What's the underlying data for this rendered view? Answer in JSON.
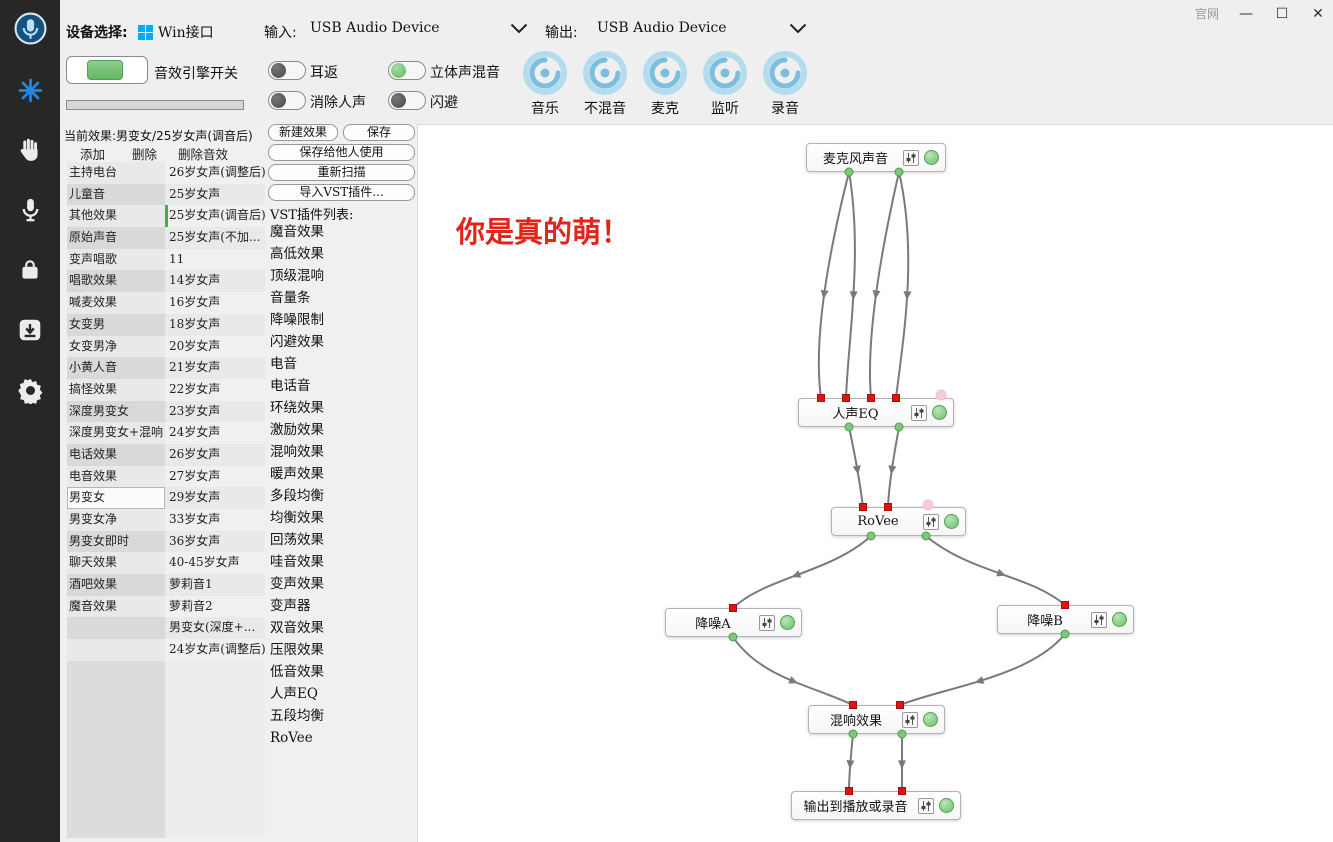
{
  "window": {
    "site_link": "官网",
    "minimize": "—",
    "maximize": "☐",
    "close": "✕"
  },
  "topbar": {
    "device_label": "设备选择:",
    "device_value": "Win接口",
    "input_label": "输入:",
    "input_value": "USB Audio Device",
    "output_label": "输出:",
    "output_value": "USB Audio Device",
    "engine_toggle_label": "音效引擎开关",
    "toggles": [
      {
        "label": "耳返",
        "on": false
      },
      {
        "label": "立体声混音",
        "on": true
      },
      {
        "label": "消除人声",
        "on": false
      },
      {
        "label": "闪避",
        "on": false
      }
    ],
    "dials": [
      {
        "label": "音乐"
      },
      {
        "label": "不混音"
      },
      {
        "label": "麦克"
      },
      {
        "label": "监听"
      },
      {
        "label": "录音"
      }
    ]
  },
  "effects": {
    "current": "当前效果:男变女/25岁女声(调音后)",
    "add": "添加",
    "remove": "删除",
    "remove_effect": "删除音效",
    "rows": [
      {
        "name": "主持电台",
        "voice": "26岁女声(调整后)"
      },
      {
        "name": "儿童音",
        "voice": "25岁女声"
      },
      {
        "name": "其他效果",
        "voice": "25岁女声(调音后)",
        "cls": "marked"
      },
      {
        "name": "原始声音",
        "voice": "25岁女声(不加..."
      },
      {
        "name": "变声唱歌",
        "voice": "11"
      },
      {
        "name": "唱歌效果",
        "voice": "14岁女声"
      },
      {
        "name": "喊麦效果",
        "voice": "16岁女声"
      },
      {
        "name": "女变男",
        "voice": "18岁女声"
      },
      {
        "name": "女变男净",
        "voice": "20岁女声"
      },
      {
        "name": "小黄人音",
        "voice": "21岁女声"
      },
      {
        "name": "搞怪效果",
        "voice": "22岁女声"
      },
      {
        "name": "深度男变女",
        "voice": "23岁女声"
      },
      {
        "name": "深度男变女+混响",
        "voice": "24岁女声"
      },
      {
        "name": "电话效果",
        "voice": "26岁女声"
      },
      {
        "name": "电音效果",
        "voice": "27岁女声"
      },
      {
        "name": "男变女",
        "voice": "29岁女声",
        "cls": "selected"
      },
      {
        "name": "男变女净",
        "voice": "33岁女声"
      },
      {
        "name": "男变女即时",
        "voice": "36岁女声"
      },
      {
        "name": "聊天效果",
        "voice": "40-45岁女声"
      },
      {
        "name": "酒吧效果",
        "voice": "萝莉音1"
      },
      {
        "name": "魔音效果",
        "voice": "萝莉音2"
      },
      {
        "name": "",
        "voice": "男变女(深度+..."
      },
      {
        "name": "",
        "voice": "24岁女声(调整后)"
      }
    ]
  },
  "vst": {
    "buttons": {
      "new": "新建效果",
      "save": "保存",
      "save_share": "保存给他人使用",
      "rescan": "重新扫描",
      "import": "导入VST插件..."
    },
    "list_title": "VST插件列表:",
    "plugins": [
      "魔音效果",
      "高低效果",
      "顶级混响",
      "音量条",
      "降噪限制",
      "闪避效果",
      "电音",
      "电话音",
      "环绕效果",
      "激励效果",
      "混响效果",
      "暖声效果",
      "多段均衡",
      "均衡效果",
      "回荡效果",
      "哇音效果",
      "变声效果",
      "变声器",
      "双音效果",
      "压限效果",
      "低音效果",
      "人声EQ",
      "五段均衡",
      "RoVee"
    ]
  },
  "canvas": {
    "annotation": "你是真的萌！",
    "nodes": {
      "mic": {
        "label": "麦克风声音"
      },
      "eq": {
        "label": "人声EQ"
      },
      "rovee": {
        "label": "RoVee"
      },
      "denoiseA": {
        "label": "降噪A"
      },
      "denoiseB": {
        "label": "降噪B"
      },
      "reverb": {
        "label": "混响效果"
      },
      "output": {
        "label": "输出到播放或录音"
      }
    }
  },
  "colors": {
    "accent_green": "#6cc06c",
    "port_red": "#e11212",
    "wire_gray": "#7a7a7a",
    "annotation_red": "#e1251b",
    "dial_blue": "#8ecae6",
    "win_blue": "#00adef"
  }
}
